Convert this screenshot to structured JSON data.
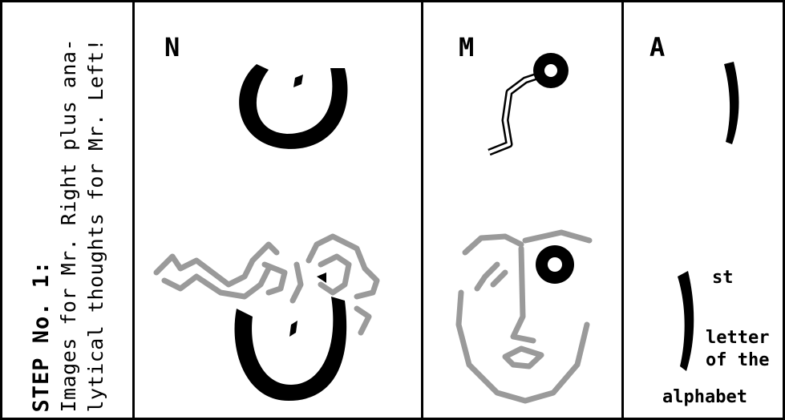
{
  "side": {
    "title": "STEP No. 1:",
    "line1": "Images for Mr. Right plus ana-",
    "line2": "lytical thoughts for Mr. Left!"
  },
  "columns": [
    {
      "letter": "N"
    },
    {
      "letter": "M"
    },
    {
      "letter": "A"
    }
  ],
  "caption": {
    "sup": "st",
    "line1": "letter",
    "line2": "of the",
    "line3": "alphabet"
  },
  "colors": {
    "ink": "#000000",
    "halftone": "#9a9a9a",
    "paper": "#ffffff"
  }
}
